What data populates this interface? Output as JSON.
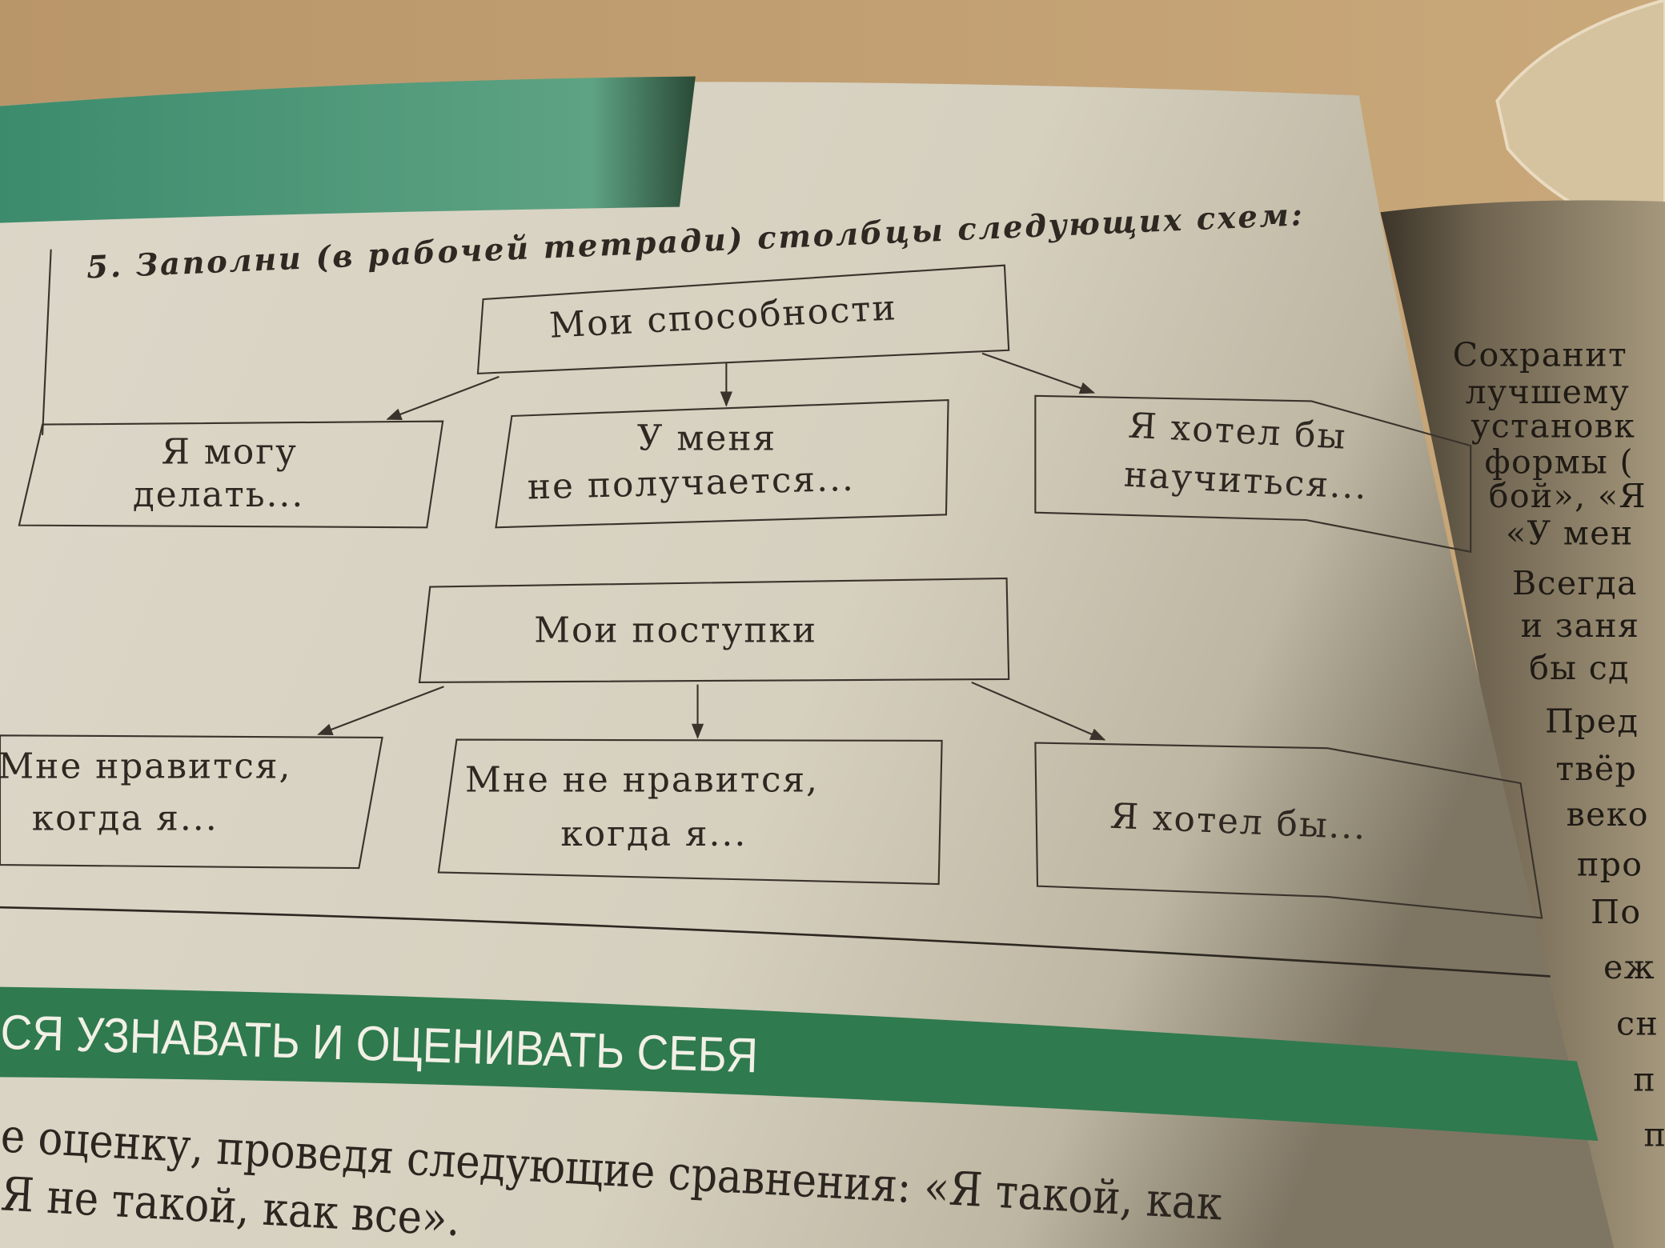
{
  "exercise": {
    "title": "5. Заполни (в рабочей тетради) столбцы следующих схем:"
  },
  "scheme_abilities": {
    "root": "Мои способности",
    "children": [
      {
        "line1": "Я могу",
        "line2": "делать..."
      },
      {
        "line1": "У меня",
        "line2": "не получается..."
      },
      {
        "line1": "Я хотел бы",
        "line2": "научиться..."
      }
    ]
  },
  "scheme_actions": {
    "root": "Мои поступки",
    "children": [
      {
        "line1": "Мне нравится,",
        "line2": "когда я..."
      },
      {
        "line1": "Мне не нравится,",
        "line2": "когда я..."
      },
      {
        "line1": "Я хотел бы..."
      }
    ]
  },
  "section_banner": {
    "title": "СЯ УЗНАВАТЬ И ОЦЕНИВАТЬ СЕБЯ",
    "color": "#2f7a4e"
  },
  "body_text": {
    "line1": "е оценку, проведя следующие сравнения: «Я такой, как",
    "line2": "Я не такой, как все»."
  },
  "right_page": {
    "lines": [
      "Сохранит",
      "лучшему",
      "установк",
      "формы (",
      "бой», «Я",
      "«У мен",
      "Всегда",
      "и заня",
      "бы сд",
      "Пред",
      "твёр",
      "веко",
      "про",
      "По",
      "еж",
      "сн",
      "п",
      "п"
    ]
  }
}
